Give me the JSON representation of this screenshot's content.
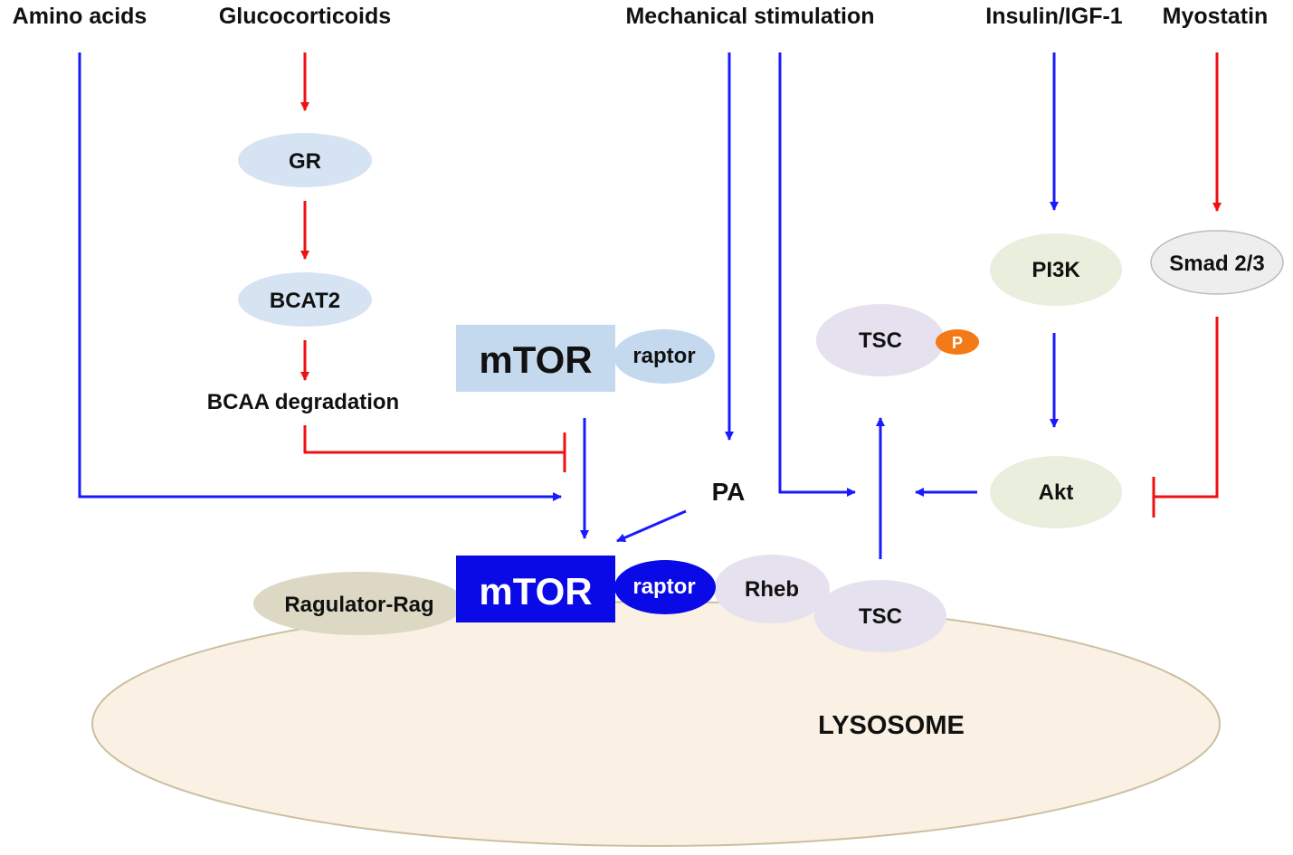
{
  "inputs": {
    "amino_acids": "Amino acids",
    "glucocorticoids": "Glucocorticoids",
    "mechanical_stimulation": "Mechanical stimulation",
    "insulin_igf1": "Insulin/IGF-1",
    "myostatin": "Myostatin"
  },
  "nodes": {
    "gr": "GR",
    "bcat2": "BCAT2",
    "bcaa_degradation": "BCAA degradation",
    "mtor_cytosol": "mTOR",
    "raptor_cytosol": "raptor",
    "pa": "PA",
    "tsc_phosphorylated": "TSC",
    "phospho": "P",
    "pi3k": "PI3K",
    "smad": "Smad 2/3",
    "akt": "Akt",
    "ragulator_rag": "Ragulator-Rag",
    "mtor_lysosome": "mTOR",
    "raptor_lysosome": "raptor",
    "rheb": "Rheb",
    "tsc_lysosome": "TSC",
    "lysosome": "LYSOSOME"
  },
  "colors": {
    "activation": "#1a1aff",
    "inhibition": "#ee1111",
    "mtor_inactive_fill": "#c5d9ee",
    "mtor_active_fill": "#0a0ae6",
    "gr_bcat2_fill": "#d6e3f2",
    "pi3k_akt_fill": "#e9efdc",
    "tsc_rheb_fill": "#e6e1ef",
    "smad_fill": "#eeeeee",
    "ragulator_fill": "#dcd8c4",
    "lysosome_fill": "#faf1e4",
    "phospho_fill": "#f47a17"
  }
}
